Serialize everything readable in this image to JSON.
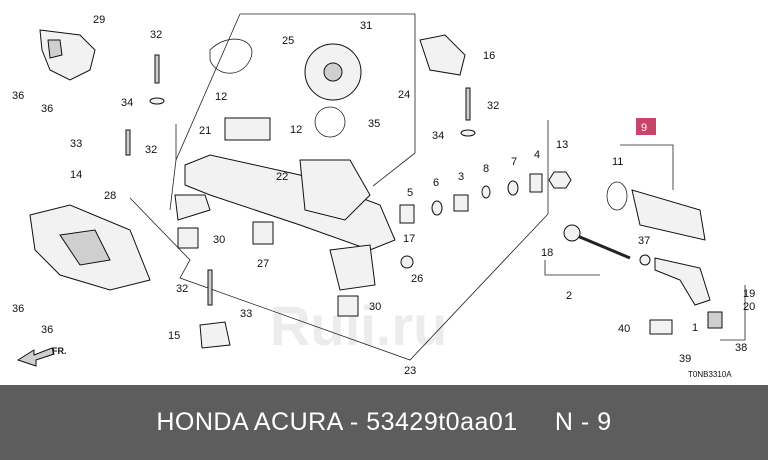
{
  "diagram": {
    "callouts": [
      "29",
      "36",
      "36",
      "32",
      "34",
      "33",
      "32",
      "14",
      "28",
      "21",
      "12",
      "12",
      "22",
      "31",
      "25",
      "16",
      "24",
      "35",
      "32",
      "34",
      "30",
      "27",
      "5",
      "6",
      "3",
      "8",
      "7",
      "4",
      "13",
      "17",
      "26",
      "30",
      "32",
      "33",
      "15",
      "9",
      "11",
      "37",
      "18",
      "2",
      "40",
      "1",
      "38",
      "39",
      "19",
      "20",
      "23",
      "36",
      "36"
    ],
    "highlight_label": "9",
    "direction_label": "FR.",
    "drawing_code": "T0NB3310A",
    "watermark": "Ruli.ru"
  },
  "footer": {
    "make": "HONDA ACURA",
    "separator": " - ",
    "part_number": "53429t0aa01",
    "ref_label": "N - 9"
  },
  "colors": {
    "footer_bg": "#5d5d5d",
    "footer_text": "#ffffff",
    "highlight_box": "#c8446a"
  }
}
